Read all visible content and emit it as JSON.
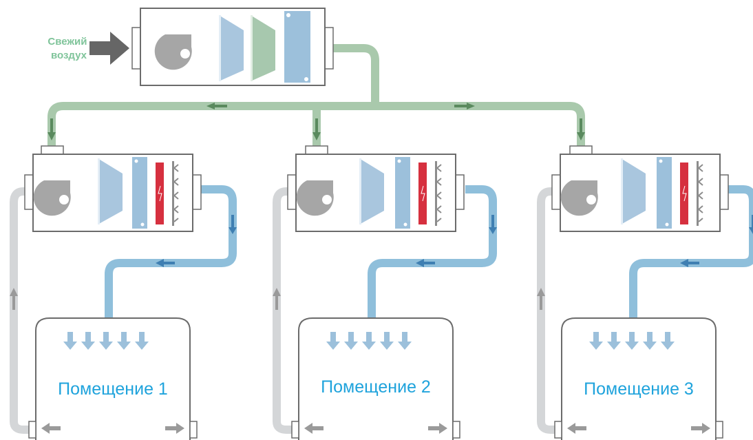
{
  "fresh_air": {
    "line1": "Свежий",
    "line2": "воздух"
  },
  "rooms": [
    {
      "label": "Помещение 1"
    },
    {
      "label": "Помещение 2"
    },
    {
      "label": "Помещение 3"
    }
  ],
  "colors": {
    "fresh_duct": "#a9c9ac",
    "supply_duct": "#8fbfdb",
    "return_duct": "#d4d6d8",
    "blue_arrow": "#3f7fb2",
    "green_arrow": "#5a8a5e",
    "grey_arrow": "#9a9a9a",
    "fan": "#a6a6a6",
    "filter": "#a9c6de",
    "fine_filter": "#a7c8ae",
    "coil": "#9cc0db",
    "heater": "#d6303f",
    "room_text": "#1fa3dc",
    "fresh_text": "#7fc49a",
    "unit_border": "#6b6b6b"
  }
}
